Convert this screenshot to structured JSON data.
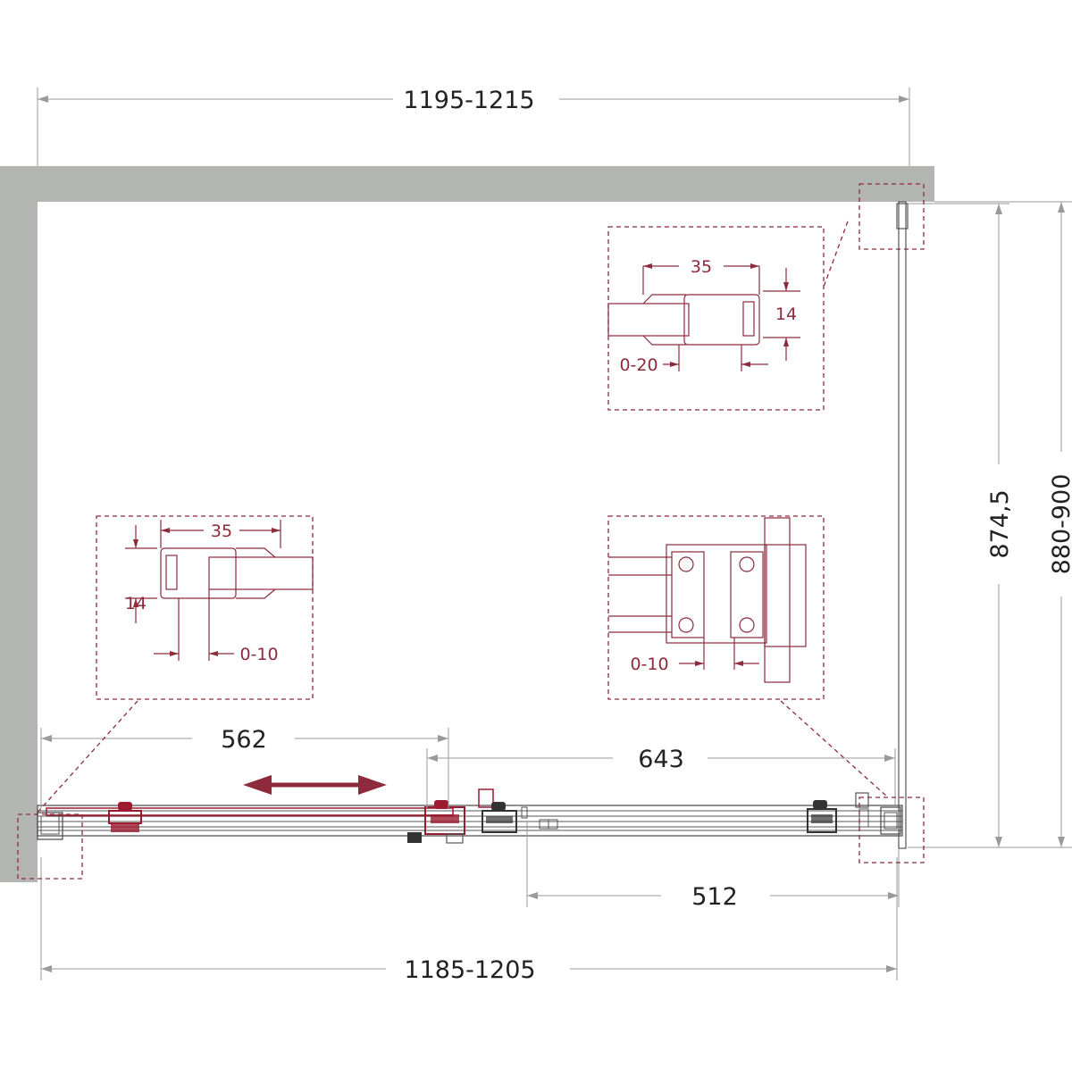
{
  "colors": {
    "wall": "#b3b5b3",
    "line": "#555555",
    "dim": "#9a9a9a",
    "accent": "#9b1c31",
    "detail": "#8d2a3c",
    "text": "#222222"
  },
  "dimensions": {
    "top_width": "1195-1215",
    "bottom_width": "1185-1205",
    "left_panel": "562",
    "right_panel": "643",
    "bottom_panel": "512",
    "height_inner": "874,5",
    "height_outer": "880-900"
  },
  "details": {
    "top_right": {
      "width": "35",
      "height": "14",
      "adjust": "0-20"
    },
    "left": {
      "width": "35",
      "height": "14",
      "adjust": "0-10"
    },
    "bottom_right": {
      "adjust": "0-10"
    }
  },
  "icons": {
    "slide_direction": "double-arrow-icon"
  }
}
